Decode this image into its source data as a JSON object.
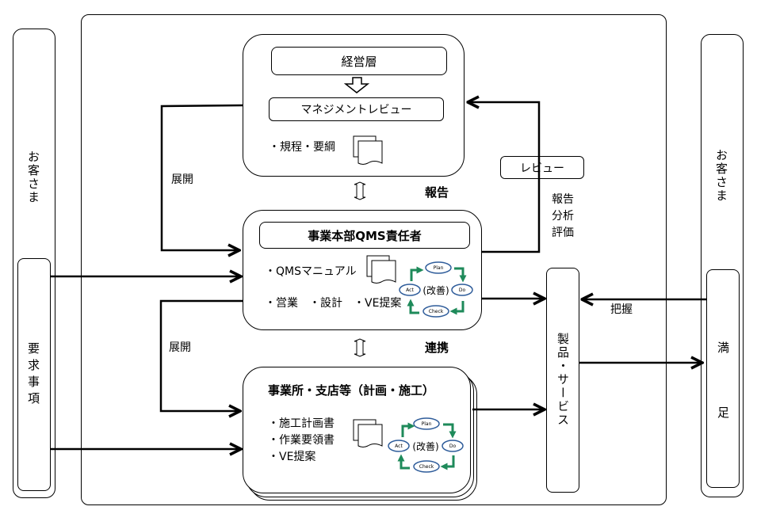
{
  "left_customer": {
    "label": "お客さま",
    "requirements": "要求事項"
  },
  "right_customer": {
    "label": "お客さま",
    "satisfaction_top": "満",
    "satisfaction_bottom": "足"
  },
  "management": {
    "executive": "経営層",
    "review": "マネジメントレビュー",
    "docs": "・規程・要綱"
  },
  "hq": {
    "title": "事業本部QMS責任者",
    "manual": "・QMSマニュアル",
    "items": "・営業　・設計　・VE提案"
  },
  "branch": {
    "title": "事業所・支店等（計画・施工）",
    "items": [
      "・施工計画書",
      "・作業要領書",
      "・VE提案"
    ]
  },
  "pdca": {
    "plan": "Plan",
    "do": "Do",
    "check": "Check",
    "act": "Act",
    "center": "(改善)",
    "arrow_color": "#1e8a5a",
    "ellipse_color": "#2e5c9a"
  },
  "labels": {
    "deploy_top": "展開",
    "deploy_bottom": "展開",
    "report": "報告",
    "cooperate": "連携",
    "review_box": "レビュー",
    "report_analysis": [
      "報告",
      "分析",
      "評価"
    ],
    "grasp": "把握"
  },
  "product": {
    "label": "製品・サービス"
  }
}
